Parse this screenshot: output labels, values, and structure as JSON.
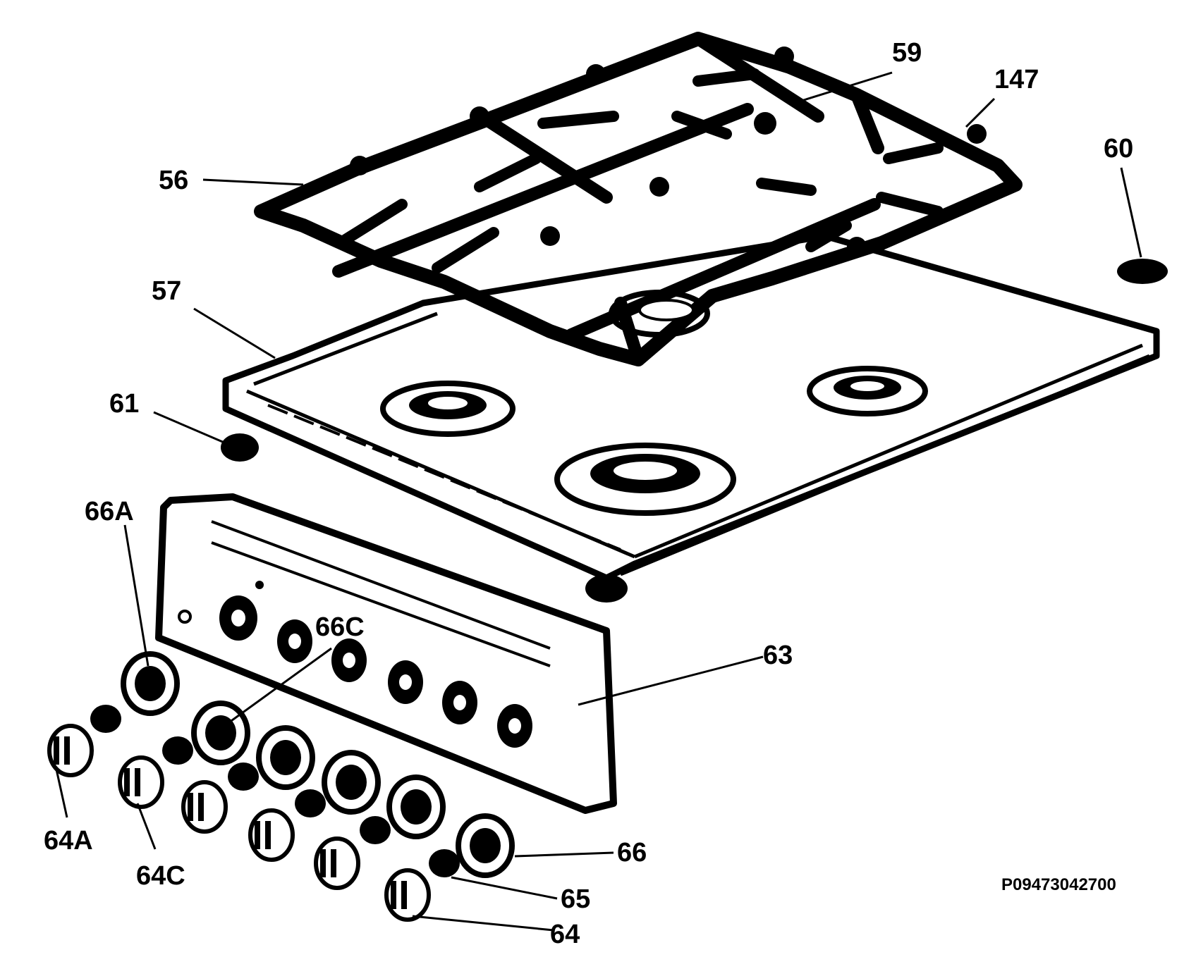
{
  "callouts": {
    "c56": "56",
    "c57": "57",
    "c59": "59",
    "c147": "147",
    "c60": "60",
    "c61": "61",
    "c63": "63",
    "c66A": "66A",
    "c66C": "66C",
    "c64A": "64A",
    "c64C": "64C",
    "c66": "66",
    "c65": "65",
    "c64": "64"
  },
  "drawing_code": "P09473042700",
  "colors": {
    "ink": "#000000",
    "paper": "#ffffff"
  }
}
